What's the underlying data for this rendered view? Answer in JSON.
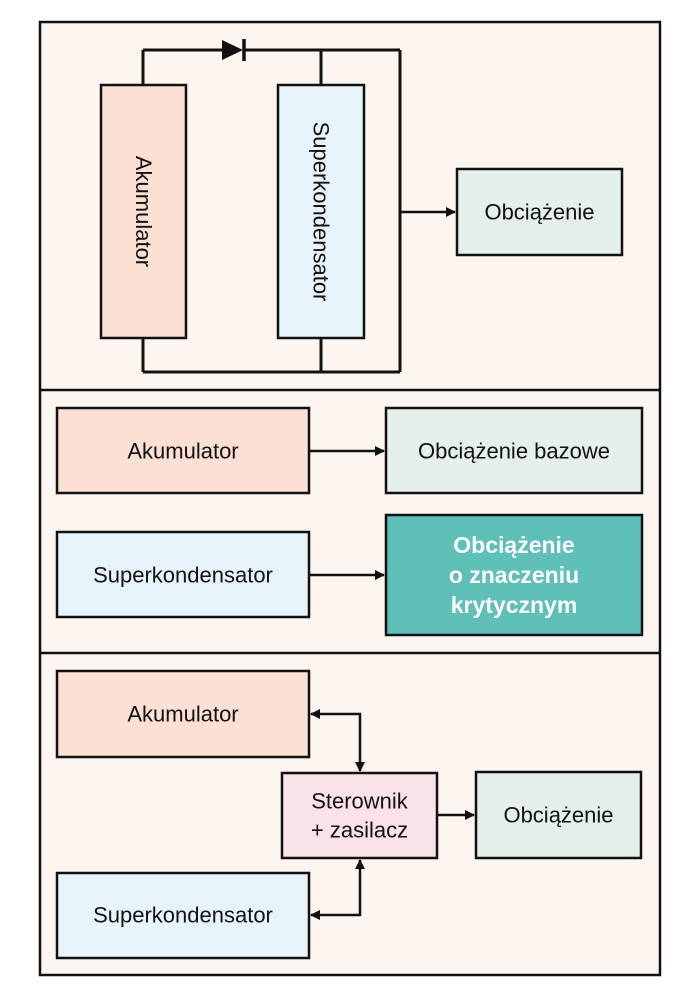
{
  "colors": {
    "panel_bg": "#fdf6f0",
    "accumulator_fill": "#fbe0d3",
    "supercap_fill": "#e7f4fc",
    "load_fill": "#e4f0e8",
    "critical_load_fill": "#5fbfb9",
    "controller_fill": "#fae3e6",
    "stroke": "#111111"
  },
  "panel1": {
    "accumulator": "Akumulator",
    "supercapacitor": "Superkondensator",
    "load": "Obciążenie",
    "diode_icon": "diode-icon"
  },
  "panel2": {
    "accumulator": "Akumulator",
    "supercapacitor": "Superkondensator",
    "base_load": "Obciążenie bazowe",
    "critical_load_line1": "Obciążenie",
    "critical_load_line2": "o znaczeniu",
    "critical_load_line3": "krytycznym"
  },
  "panel3": {
    "accumulator": "Akumulator",
    "supercapacitor": "Superkondensator",
    "controller_line1": "Sterownik",
    "controller_line2": "+ zasilacz",
    "load": "Obciążenie"
  }
}
